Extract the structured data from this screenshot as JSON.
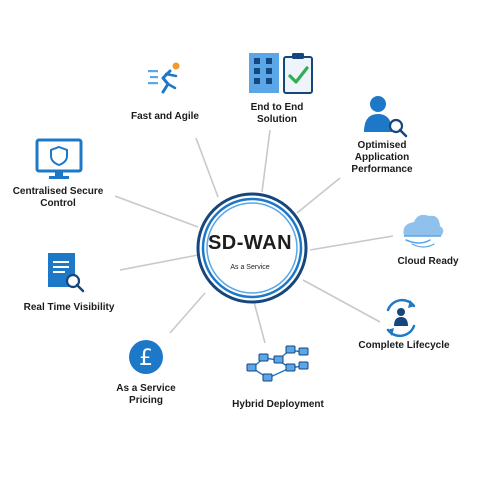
{
  "hub": {
    "title": "SD-WAN",
    "subtitle": "As a Service"
  },
  "colors": {
    "blue": "#1e78c8",
    "light_blue": "#5aa6e6",
    "navy": "#16467e",
    "green": "#2fae55",
    "line": "#c9c9c9"
  },
  "features": [
    {
      "icon": "runner-icon",
      "label": "Fast and Agile"
    },
    {
      "icon": "building-checklist-icon",
      "label": "End to End\nSolution"
    },
    {
      "icon": "user-search-icon",
      "label": "Optimised\nApplication\nPerformance"
    },
    {
      "icon": "cloud-icon",
      "label": "Cloud Ready"
    },
    {
      "icon": "user-cycle-icon",
      "label": "Complete Lifecycle"
    },
    {
      "icon": "network-icon",
      "label": "Hybrid Deployment"
    },
    {
      "icon": "pound-coin-icon",
      "label": "As a Service\nPricing"
    },
    {
      "icon": "document-search-icon",
      "label": "Real Time Visibility"
    },
    {
      "icon": "monitor-shield-icon",
      "label": "Centralised Secure\nControl"
    }
  ]
}
